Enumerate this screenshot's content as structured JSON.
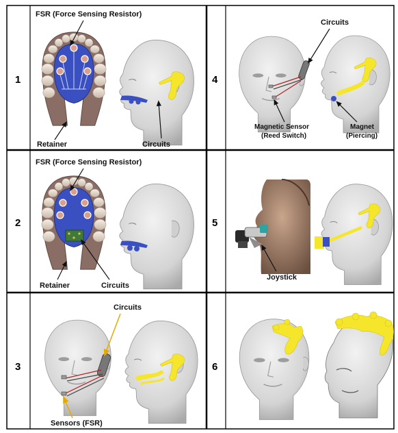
{
  "colors": {
    "accent_yellow": "#f5e62b",
    "retainer_blue": "#3a4fc0",
    "face_gray": "#d9d9d9",
    "wire_red": "#b22222",
    "pointer_orange": "#f0b000"
  },
  "panels": [
    {
      "number": "1",
      "labels": {
        "fsr": "FSR (Force Sensing Resistor)",
        "retainer": "Retainer",
        "circuits": "Circuits"
      }
    },
    {
      "number": "2",
      "labels": {
        "fsr": "FSR (Force Sensing Resistor)",
        "retainer": "Retainer",
        "circuits": "Circuits"
      }
    },
    {
      "number": "3",
      "labels": {
        "circuits": "Circuits",
        "sensors": "Sensors (FSR)"
      }
    },
    {
      "number": "4",
      "labels": {
        "circuits": "Circuits",
        "magnetic_sensor_1": "Magnetic Sensor",
        "magnetic_sensor_2": "(Reed Switch)",
        "magnet_1": "Magnet",
        "magnet_2": "(Piercing)"
      }
    },
    {
      "number": "5",
      "labels": {
        "joystick": "Joystick"
      }
    },
    {
      "number": "6",
      "labels": {}
    }
  ]
}
